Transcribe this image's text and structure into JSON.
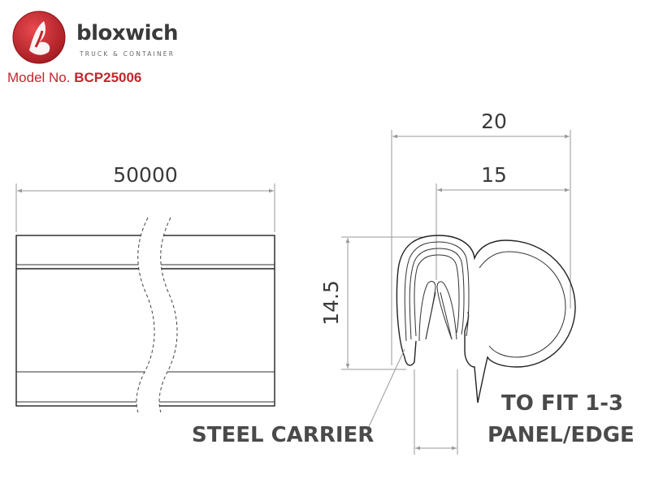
{
  "brand": {
    "name": "bloxwich",
    "tagline": "TRUCK & CONTAINER",
    "colors": {
      "red": "#c0272d",
      "gray": "#3a3a3a"
    }
  },
  "model": {
    "prefix": "Model No.",
    "number": "BCP25006"
  },
  "dimensions": {
    "length": "50000",
    "overall_width": "20",
    "clip_width": "15",
    "height": "14.5"
  },
  "labels": {
    "steel_carrier": "STEEL CARRIER",
    "fit_line1": "TO FIT 1-3",
    "fit_line2": "PANEL/EDGE"
  }
}
